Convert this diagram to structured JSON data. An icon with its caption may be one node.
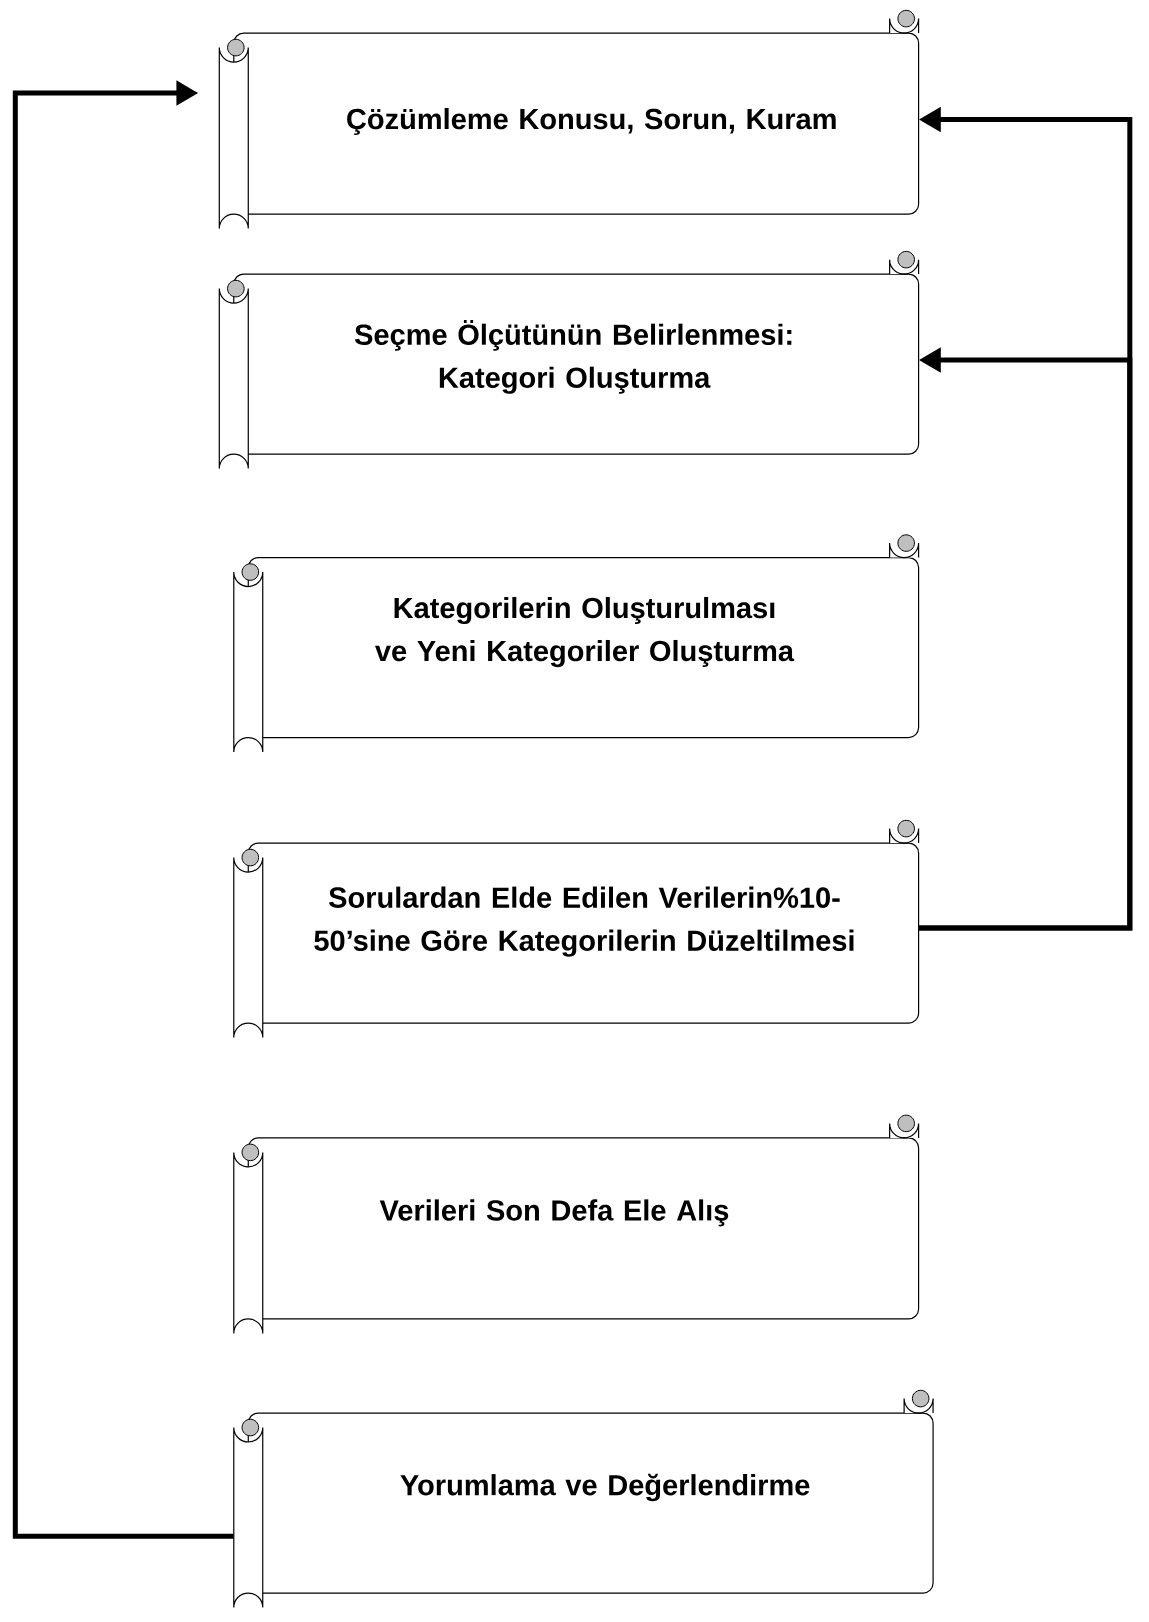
{
  "diagram": {
    "nodes": [
      {
        "text": [
          "Çözümleme Konusu, Sorun, Kuram"
        ]
      },
      {
        "text": [
          "Seçme Ölçütünün Belirlenmesi: Kategori Oluşturma"
        ]
      },
      {
        "text": [
          "Kategorilerin Oluşturulması ve Yeni Kategoriler Oluşturma"
        ]
      },
      {
        "text": [
          "Sorulardan Elde Edilen Verilerin%10-50’sine Göre Kategorilerin Düzeltilmesi"
        ]
      },
      {
        "text": [
          "Verileri Son Defa Ele Alış"
        ]
      },
      {
        "text": [
          "Yorumlama ve Değerlendirme"
        ]
      }
    ],
    "edges": [
      {
        "from": 5,
        "to": 0,
        "arrow": "to"
      },
      {
        "from": 3,
        "to": 0,
        "arrow": "to"
      },
      {
        "from": 3,
        "to": 1,
        "arrow": "to"
      }
    ]
  }
}
